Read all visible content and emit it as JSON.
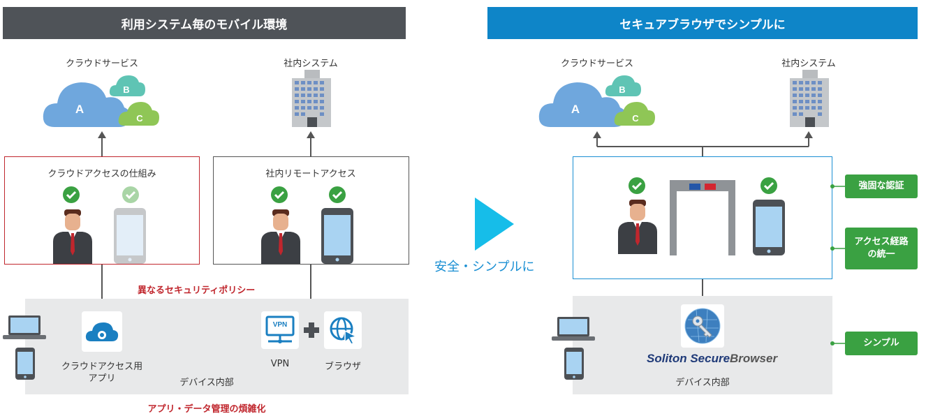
{
  "left": {
    "banner": "利用システム毎のモバイル環境",
    "cloud_label": "クラウドサービス",
    "onprem_label": "社内システム",
    "cloud_letters": [
      "A",
      "B",
      "C"
    ],
    "cloud_box_title": "クラウドアクセスの仕組み",
    "onprem_box_title": "社内リモートアクセス",
    "policy_warning": "異なるセキュリティポリシー",
    "app_label_line1": "クラウドアクセス用",
    "app_label_line2": "アプリ",
    "vpn_icon_text": "VPN",
    "vpn_label": "VPN",
    "browser_label": "ブラウザ",
    "device_area_label": "デバイス内部",
    "bottom_warning": "アプリ・データ管理の煩雑化"
  },
  "middle": {
    "arrow_caption": "安全・シンプルに"
  },
  "right": {
    "banner": "セキュアブラウザでシンプルに",
    "cloud_label": "クラウドサービス",
    "onprem_label": "社内システム",
    "cloud_letters": [
      "A",
      "B",
      "C"
    ],
    "brand_part1": "Soliton ",
    "brand_part2": "Secure",
    "brand_part3": "Browser",
    "device_area_label": "デバイス内部",
    "pill_auth": "強固な認証",
    "pill_route_line1": "アクセス経路",
    "pill_route_line2": "の統一",
    "pill_simple": "シンプル"
  },
  "colors": {
    "left_banner": "#4f5358",
    "right_banner": "#0e85c8",
    "cloud_blue": "#6fa7dd",
    "cloud_teal": "#5fc4b4",
    "cloud_green": "#8fc656",
    "check_green": "#3aa142",
    "warning_red": "#c0262d",
    "pill_green": "#3aa142",
    "middle_arrow": "#16bde9"
  }
}
